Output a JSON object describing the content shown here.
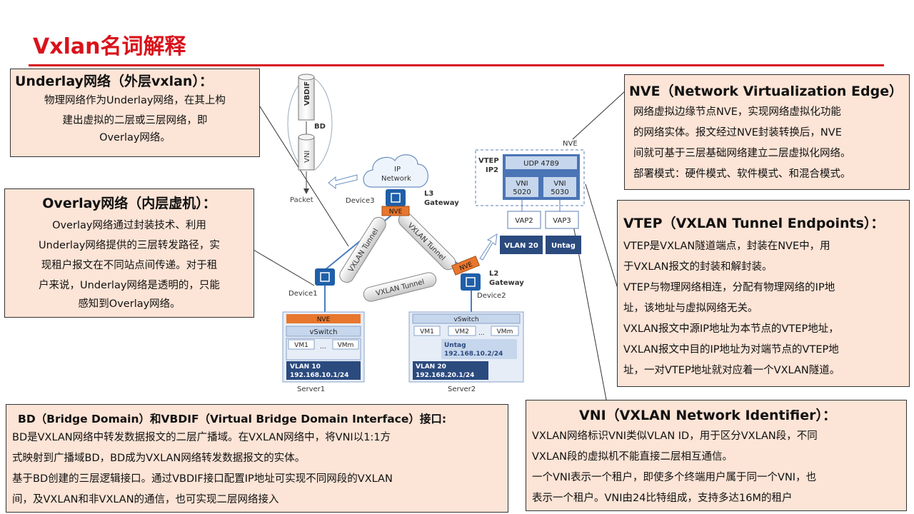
{
  "title": "Vxlan名词解释",
  "underlay": {
    "heading": "Underlay网络（外层vxlan）：",
    "lines": [
      "物理网络作为Underlay网络，在其上构",
      "建出虚拟的二层或三层网络，即",
      "Overlay网络。"
    ]
  },
  "overlay": {
    "heading": "Overlay网络（内层虚机）：",
    "lines": [
      "Overlay网络通过封装技术、利用",
      "Underlay网络提供的三层转发路径，实",
      "现租户报文在不同站点间传递。对于租",
      "户来说，Underlay网络是透明的，只能",
      "感知到Overlay网络。"
    ]
  },
  "nve": {
    "heading": "NVE（Network Virtualization Edge）",
    "lines": [
      "网络虚拟边缘节点NVE，实现网络虚拟化功能",
      "的网络实体。报文经过NVE封装转换后，NVE",
      "间就可基于三层基础网络建立二层虚拟化网络。",
      "部署模式：硬件模式、软件模式、和混合模式。"
    ]
  },
  "vtep": {
    "heading": "VTEP（VXLAN Tunnel Endpoints）：",
    "lines": [
      "VTEP是VXLAN隧道端点，封装在NVE中，用",
      "于VXLAN报文的封装和解封装。",
      "VTEP与物理网络相连，分配有物理网络的IP地",
      "址，该地址与虚拟网络无关。",
      "VXLAN报文中源IP地址为本节点的VTEP地址，",
      "VXLAN报文中目的IP地址为对端节点的VTEP地",
      "址，一对VTEP地址就对应着一个VXLAN隧道。"
    ]
  },
  "bd": {
    "heading": "BD（Bridge Domain）和VBDIF（Virtual Bridge Domain Interface）接口:",
    "lines": [
      "BD是VXLAN网络中转发数据报文的二层广播域。在VXLAN网络中，将VNI以1:1方",
      "式映射到广播域BD，BD成为VXLAN网络转发数据报文的实体。",
      "基于BD创建的三层逻辑接口。通过VBDIF接口配置IP地址可实现不同网段的VXLAN",
      "间，及VXLAN和非VXLAN的通信，也可实现二层网络接入"
    ]
  },
  "vni": {
    "heading": "VNI（VXLAN Network Identifier）：",
    "lines": [
      "VXLAN网络标识VNI类似VLAN ID，用于区分VXLAN段，不同",
      "VXLAN段的虚拟机不能直接二层相互通信。",
      "一个VNI表示一个租户，即使多个终端用户属于同一个VNI，也",
      "表示一个租户。VNI由24比特组成，支持多达16M的租户"
    ]
  },
  "diagram": {
    "vbdif": "VBDIF",
    "bd": "BD",
    "vni": "VNI",
    "packet": "Packet",
    "ip_network": [
      "IP",
      "Network"
    ],
    "device3": "Device3",
    "l3_gateway": [
      "L3",
      "Gateway"
    ],
    "nve": "NVE",
    "tunnel": "VXLAN Tunnel",
    "device1": "Device1",
    "device2": "Device2",
    "l2_gateway": [
      "L2",
      "Gateway"
    ],
    "vtep_ip2": [
      "VTEP",
      "IP2"
    ],
    "udp": "UDP 4789",
    "vni5020": [
      "VNI",
      "5020"
    ],
    "vni5030": [
      "VNI",
      "5030"
    ],
    "vap2": "VAP2",
    "vap3": "VAP3",
    "vlan20": "VLAN 20",
    "untag": "Untag",
    "vswitch": "vSwitch",
    "vm1": "VM1",
    "vm2": "VM2",
    "vmm": "VMm",
    "ellipsis": "...",
    "server1_vlan": [
      "VLAN 10",
      "192.168.10.1/24"
    ],
    "server2_untag": [
      "Untag",
      "192.168.10.2/24"
    ],
    "server2_vlan": [
      "VLAN 20",
      "192.168.20.1/24"
    ],
    "server1": "Server1",
    "server2": "Server2"
  },
  "colors": {
    "title": "#d9121b",
    "callout_fill": "#fce4d6",
    "nve_orange": "#e8772e",
    "device_blue": "#1f5fa8",
    "vswitch_blue": "#c6d6ec",
    "vlan_blue": "#2b4a7e"
  }
}
